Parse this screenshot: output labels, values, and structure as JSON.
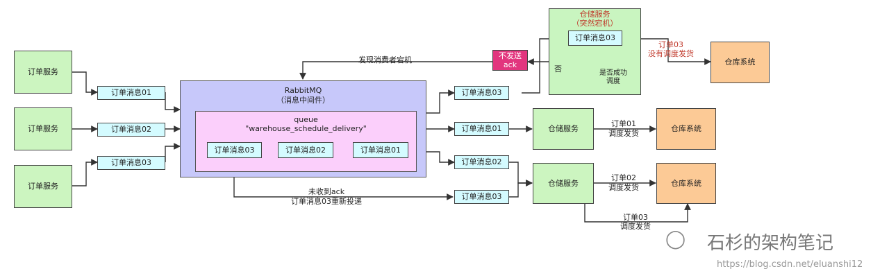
{
  "order_service": "订单服务",
  "order_msg_01": "订单消息01",
  "order_msg_02": "订单消息02",
  "order_msg_03": "订单消息03",
  "rabbitmq_title": "RabbitMQ",
  "rabbitmq_subtitle": "（消息中间件）",
  "queue_title": "queue",
  "queue_name": "\"warehouse_schedule_delivery\"",
  "storage_service": "仓储服务",
  "storage_crash": "（突然宕机）",
  "warehouse_system": "仓库系统",
  "no_ack_line1": "不发送",
  "no_ack_line2": "ack",
  "consumer_down": "发现消费者宕机",
  "no_label": "否",
  "diamond_line1": "是否成功",
  "diamond_line2": "调度",
  "order03_line1": "订单03",
  "order03_line2": "没有调度发货",
  "ship01_line1": "订单01",
  "ship01_line2": "调度发货",
  "ship02_line1": "订单02",
  "ship02_line2": "调度发货",
  "ship03_line1": "订单03",
  "ship03_line2": "调度发货",
  "redeliver_line1": "未收到ack",
  "redeliver_line2": "订单消息03重新投递",
  "watermark_text": "石杉的架构笔记",
  "watermark_url": "https://blog.csdn.net/eluanshi12"
}
